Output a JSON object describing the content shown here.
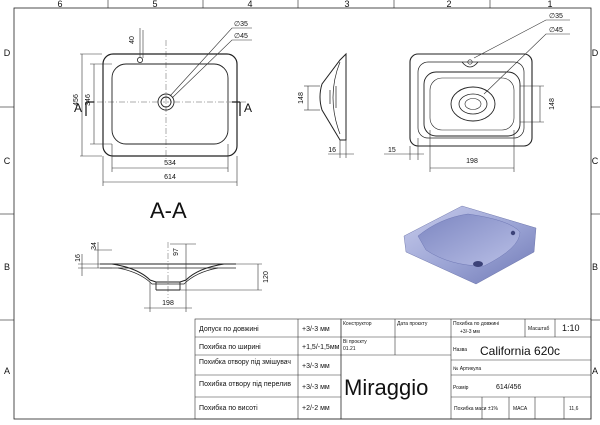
{
  "frame": {
    "col_labels": [
      "6",
      "5",
      "4",
      "3",
      "2",
      "1"
    ],
    "row_labels": [
      "D",
      "C",
      "B",
      "A"
    ]
  },
  "top_view": {
    "d1": "∅35",
    "d2": "∅45",
    "dim_40": "40",
    "dim_456": "456",
    "dim_346": "346",
    "dim_534": "534",
    "dim_614": "614",
    "sect_a": "A",
    "sect_a2": "A"
  },
  "side_view": {
    "dim_148": "148",
    "dim_16": "16"
  },
  "rear_view": {
    "d1": "∅35",
    "d2": "∅45",
    "dim_148": "148",
    "dim_15": "15",
    "dim_198": "198"
  },
  "section": {
    "title": "A-A",
    "dim_16": "16",
    "dim_34": "34",
    "dim_97": "97",
    "dim_120": "120",
    "dim_198": "198"
  },
  "specs": [
    {
      "label": "Допуск по довжині",
      "value": "+3/-3 мм"
    },
    {
      "label": "Похибка по ширині",
      "value": "+1,5/-1,5мм"
    },
    {
      "label": "Похибка отвору під змішувач",
      "value": "+3/-3 мм"
    },
    {
      "label": "Похибка отвору під перелив",
      "value": "+3/-3 мм"
    },
    {
      "label": "Похибка по висоті",
      "value": "+2/-2 мм"
    }
  ],
  "title_block": {
    "designer_label": "Конструктор",
    "check_label": "Дата проєкту",
    "date_label": "Ві проєкту",
    "date_value": "01.21",
    "brand": "Miraggio",
    "gauge_label": "Похибка по довжині",
    "gauge_value": "+3/-3 мм",
    "scale_label": "Масштаб",
    "scale_value": "1:10",
    "name_label": "Назва",
    "name_value": "California 620c",
    "article_label": "№ Артикула",
    "size_label": "Розмір",
    "size_value": "614/456",
    "mass_label": "Похибка маси",
    "mass_pct": "±1%",
    "material_label": "МАСА",
    "mass_value": "11,6"
  },
  "colors": {
    "basin": "#9aa3d4",
    "basin_shadow": "#6f78b5",
    "line": "#222222"
  }
}
